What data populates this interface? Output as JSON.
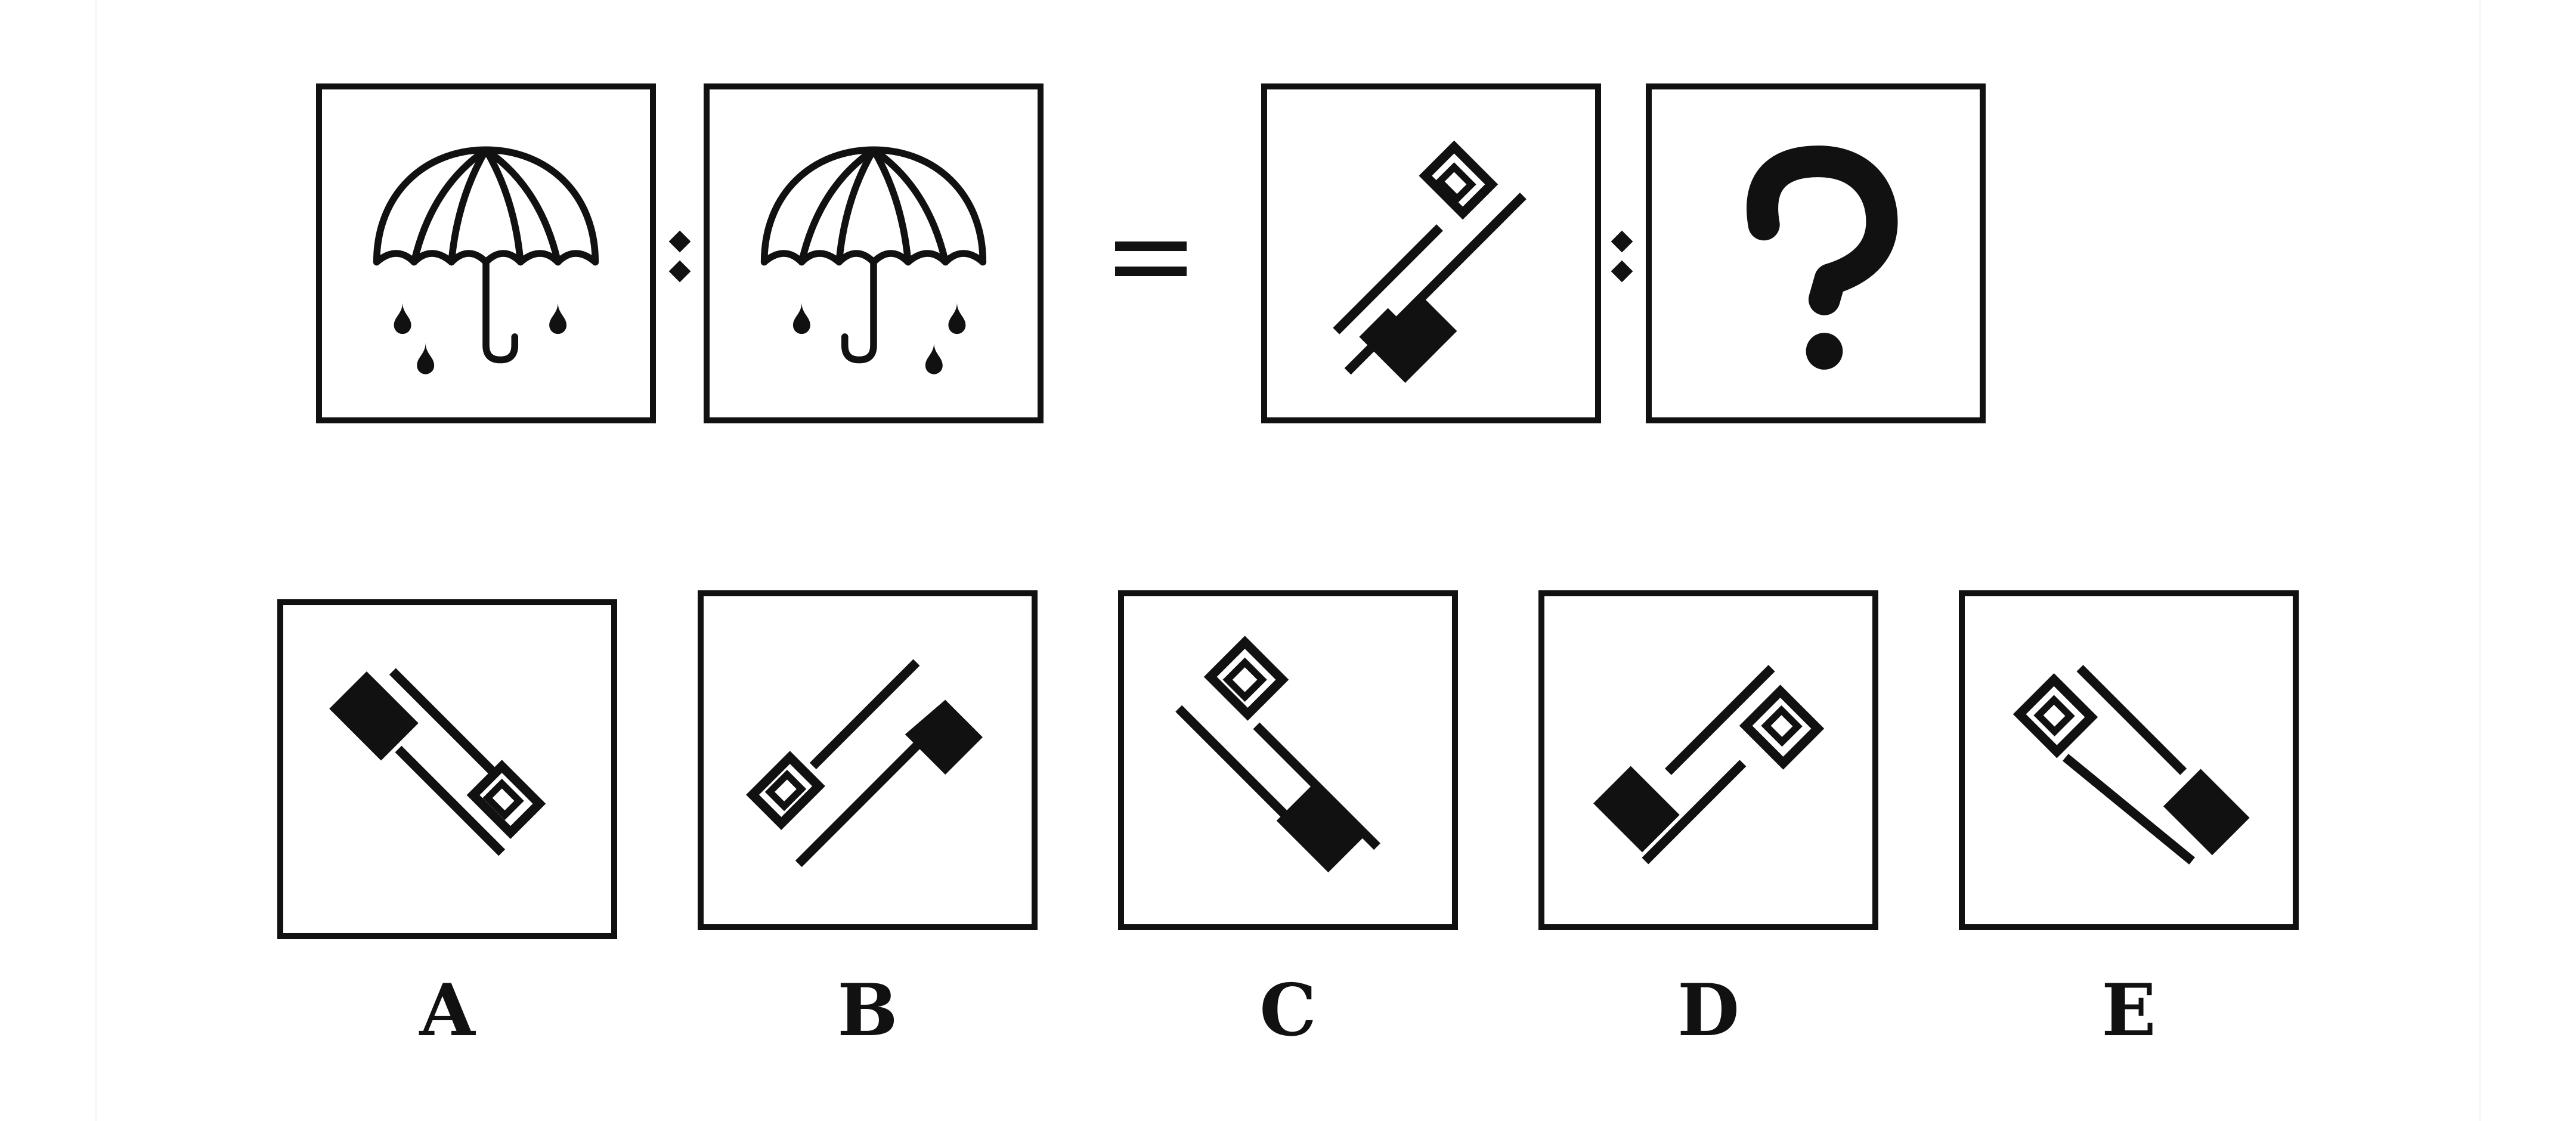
{
  "puzzle": {
    "icons": {
      "umbrella": "umbrella-rain-icon",
      "key": "key-icon",
      "question": "question-mark-icon"
    },
    "relation_symbols": {
      "ratio": ":",
      "equals": "="
    },
    "options": [
      {
        "label": "A"
      },
      {
        "label": "B"
      },
      {
        "label": "C"
      },
      {
        "label": "D"
      },
      {
        "label": "E"
      }
    ]
  }
}
